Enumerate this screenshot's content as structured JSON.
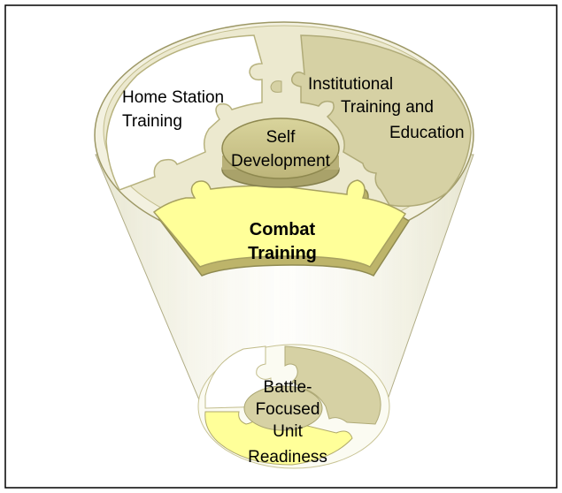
{
  "diagram": {
    "pieces": {
      "home_station": [
        "Home Station",
        "Training"
      ],
      "institutional": [
        "Institutional",
        "Training and",
        "Education"
      ],
      "self_development": [
        "Self",
        "Development"
      ],
      "combat": [
        "Combat",
        "Training"
      ],
      "readiness": [
        "Battle-",
        "Focused",
        "Unit",
        "Readiness"
      ]
    }
  }
}
